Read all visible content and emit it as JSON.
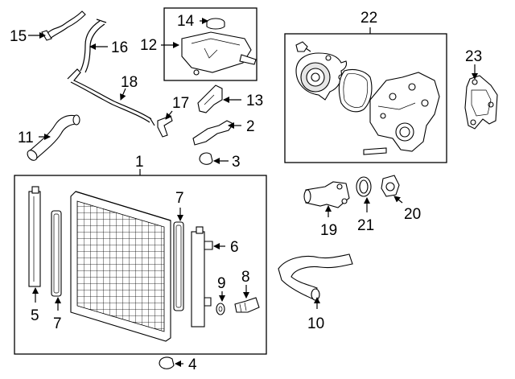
{
  "callouts": {
    "c1": "1",
    "c2": "2",
    "c3": "3",
    "c4": "4",
    "c5": "5",
    "c6": "6",
    "c7a": "7",
    "c7b": "7",
    "c8": "8",
    "c9": "9",
    "c10": "10",
    "c11": "11",
    "c12": "12",
    "c13": "13",
    "c14": "14",
    "c15": "15",
    "c16": "16",
    "c17": "17",
    "c18": "18",
    "c19": "19",
    "c20": "20",
    "c21": "21",
    "c22": "22",
    "c23": "23"
  }
}
